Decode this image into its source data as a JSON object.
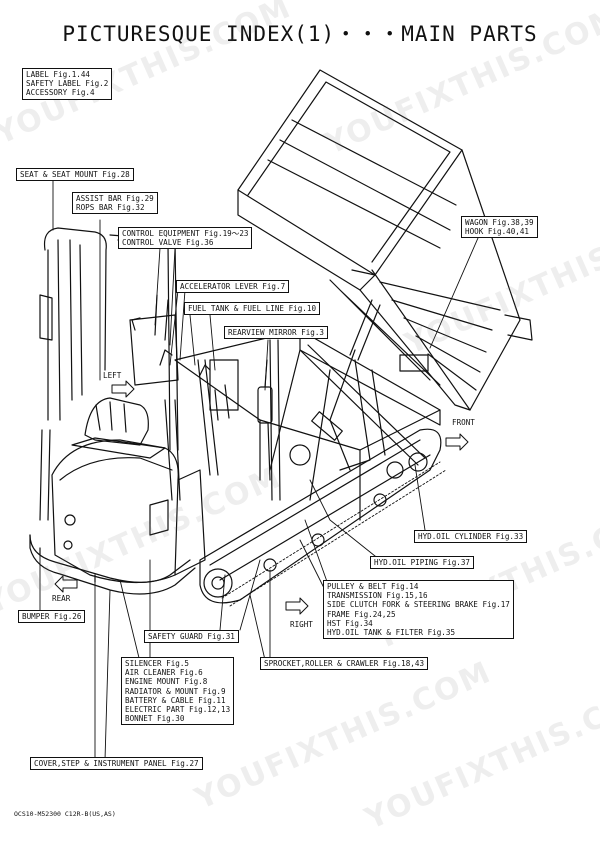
{
  "title": "PICTURESQUE INDEX(1)・・・MAIN PARTS",
  "labels": {
    "general": [
      "LABEL Fig.1.44",
      "SAFETY LABEL Fig.2",
      "ACCESSORY Fig.4"
    ],
    "seat": [
      "SEAT & SEAT MOUNT Fig.28"
    ],
    "assist": [
      "ASSIST BAR Fig.29",
      "ROPS BAR Fig.32"
    ],
    "control": [
      "CONTROL EQUIPMENT Fig.19～23",
      "CONTROL VALVE Fig.36"
    ],
    "accelerator": [
      "ACCELERATOR LEVER Fig.7"
    ],
    "fuel": [
      "FUEL TANK & FUEL LINE Fig.10"
    ],
    "mirror": [
      "REARVIEW MIRROR Fig.3"
    ],
    "wagon": [
      "WAGON Fig.38,39",
      "HOOK Fig.40,41"
    ],
    "hyd_cylinder": [
      "HYD.OIL CYLINDER Fig.33"
    ],
    "hyd_piping": [
      "HYD.OIL PIPING Fig.37"
    ],
    "pulley": [
      "PULLEY & BELT Fig.14",
      "TRANSMISSION Fig.15,16",
      "SIDE CLUTCH FORK & STEERING BRAKE Fig.17",
      "FRAME Fig.24,25",
      "HST Fig.34",
      "HYD.OIL TANK & FILTER Fig.35"
    ],
    "bumper": [
      "BUMPER Fig.26"
    ],
    "safety_guard": [
      "SAFETY GUARD Fig.31"
    ],
    "sprocket": [
      "SPROCKET,ROLLER & CRAWLER Fig.18,43"
    ],
    "silencer": [
      "SILENCER Fig.5",
      "AIR CLEANER Fig.6",
      "ENGINE MOUNT Fig.8",
      "RADIATOR & MOUNT Fig.9",
      "BATTERY & CABLE Fig.11",
      "ELECTRIC PART Fig.12,13",
      "BONNET Fig.30"
    ],
    "cover": [
      "COVER,STEP & INSTRUMENT PANEL Fig.27"
    ]
  },
  "directions": {
    "left": "LEFT",
    "front": "FRONT",
    "rear": "REAR",
    "right": "RIGHT"
  },
  "watermark": "YOUFIXTHIS.COM",
  "footer": "OCS10-M52300 C12R-B(US,AS)"
}
